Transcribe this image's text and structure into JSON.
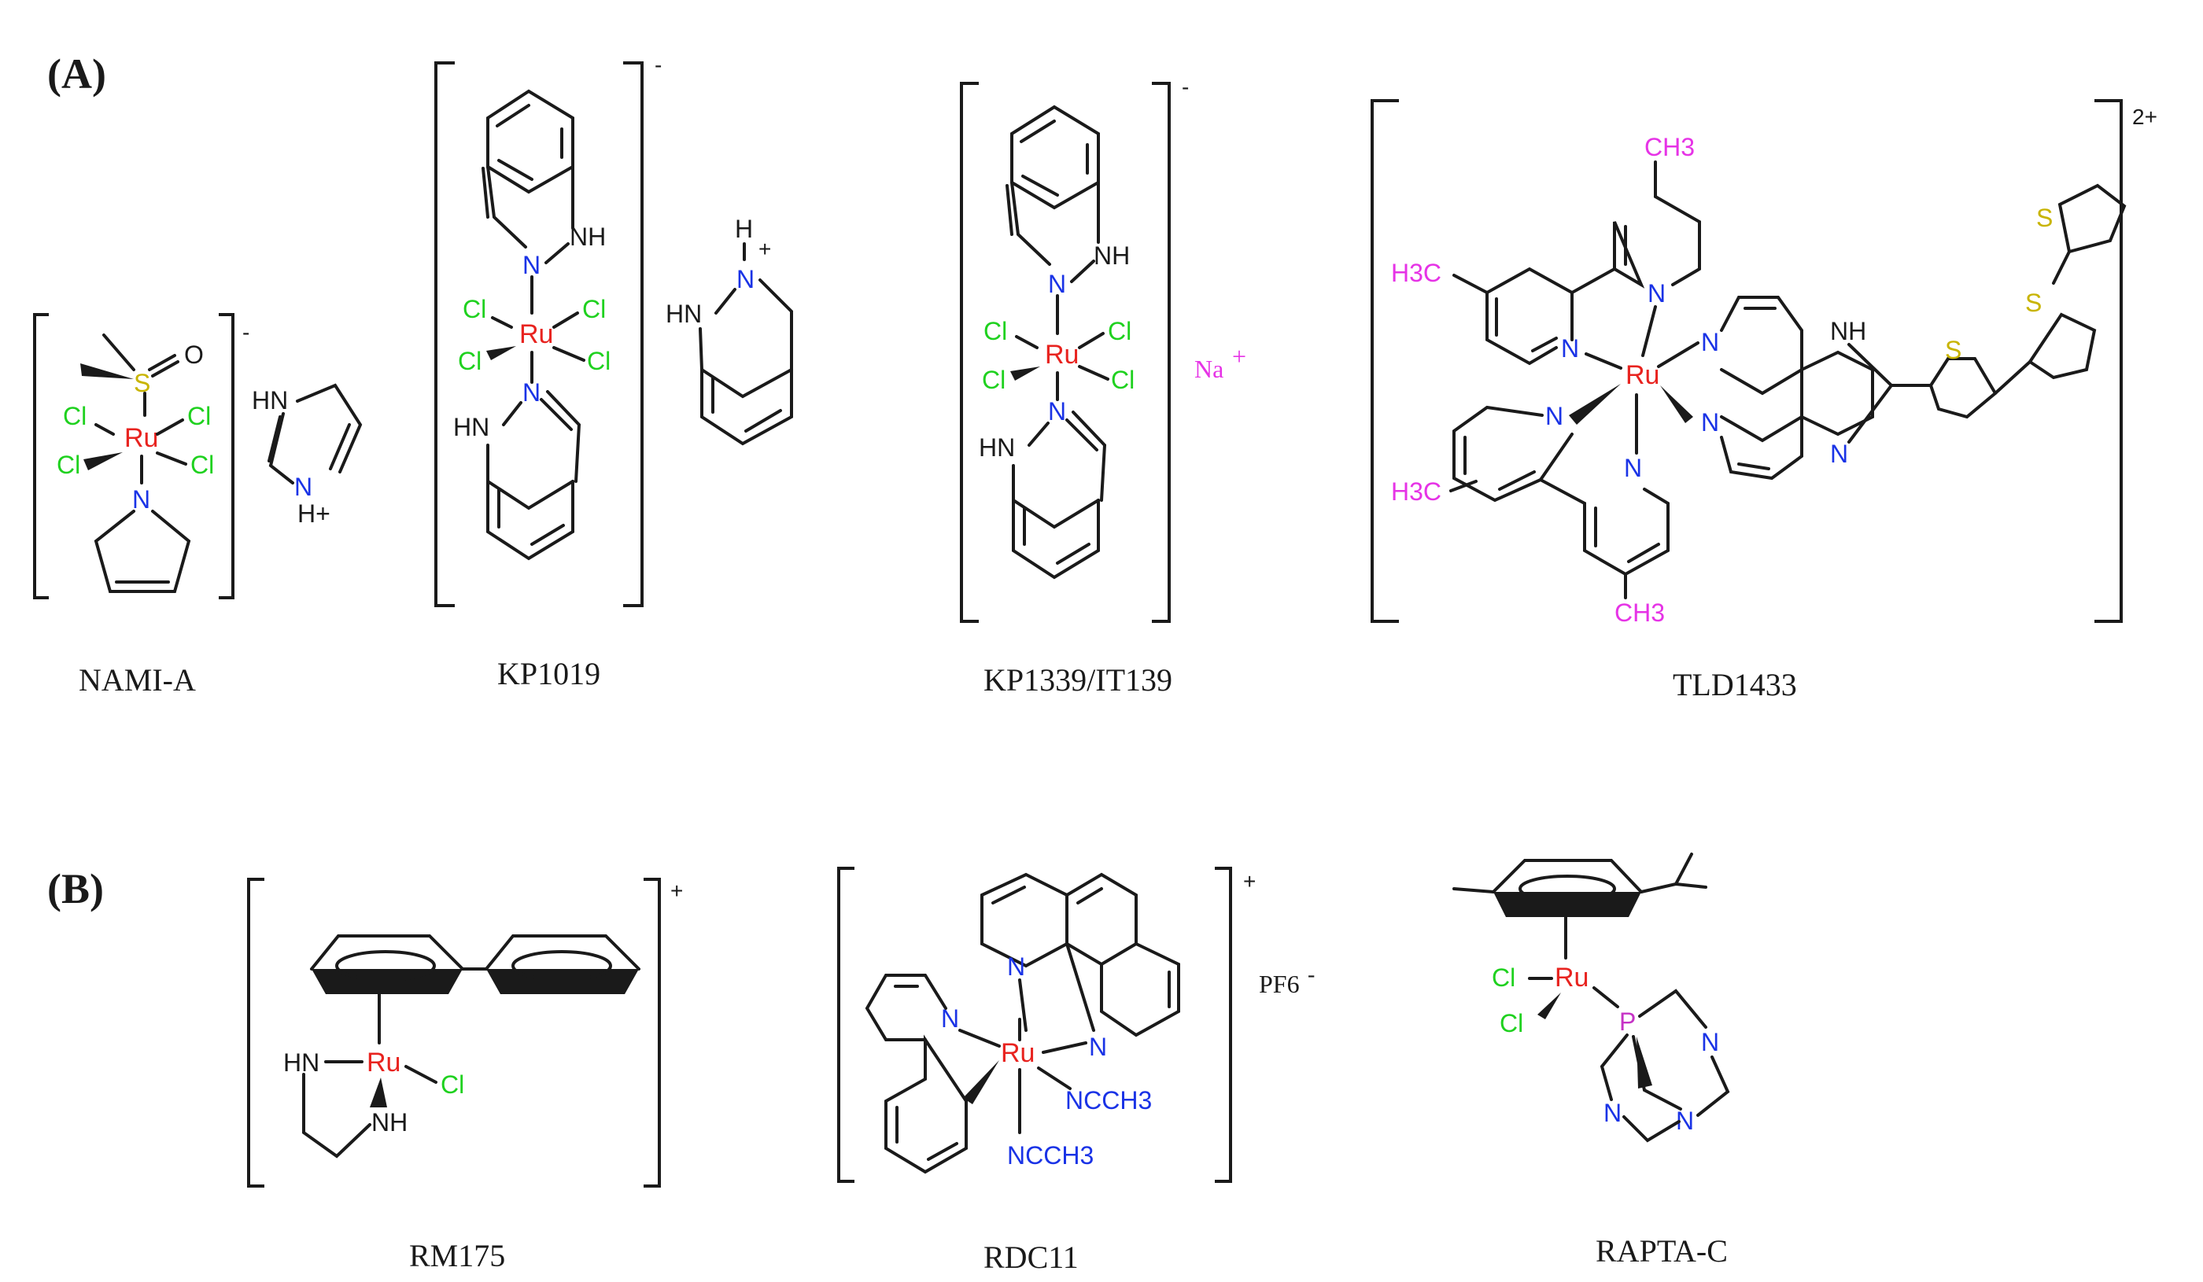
{
  "panels": {
    "a": "(A)",
    "b": "(B)"
  },
  "colors": {
    "bond": "#1a1a1a",
    "ruthenium": "#e8231f",
    "chlorine": "#1fd11f",
    "nitrogen": "#1a33e6",
    "sulfur": "#c8b400",
    "oxygen": "#1a1a1a",
    "methyl": "#e633e6",
    "phosphorus": "#c633c6"
  },
  "atoms": {
    "ru": "Ru",
    "cl": "Cl",
    "n": "N",
    "nh": "NH",
    "hn": "HN",
    "h": "H",
    "s": "S",
    "o": "O",
    "p": "P",
    "ch3": "CH3",
    "h3c": "H3C",
    "nhplus": "NH+",
    "hplus": "H+",
    "ncch3": "NCCH3"
  },
  "charges": {
    "minus": "-",
    "plus": "+",
    "two_plus": "2+",
    "plus_sup": "+"
  },
  "counterions": {
    "sodium": "Na",
    "pf6": "PF6",
    "pf6_charge": "-"
  },
  "compounds": [
    {
      "name": "NAMI-A"
    },
    {
      "name": "KP1019"
    },
    {
      "name": "KP1339/IT139"
    },
    {
      "name": "TLD1433"
    },
    {
      "name": "RM175"
    },
    {
      "name": "RDC11"
    },
    {
      "name": "RAPTA-C"
    }
  ]
}
